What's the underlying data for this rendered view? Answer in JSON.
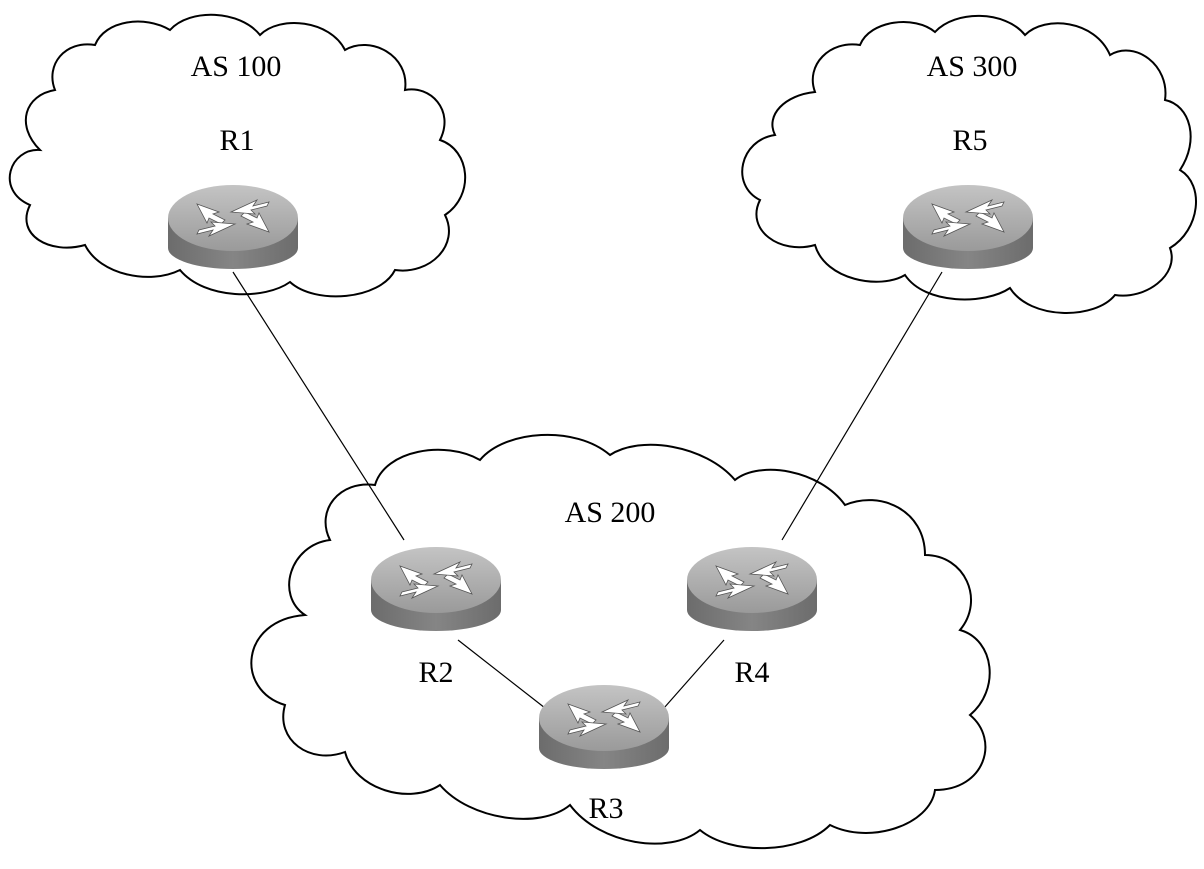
{
  "autonomous_systems": [
    {
      "id": "as100",
      "label": "AS 100"
    },
    {
      "id": "as300",
      "label": "AS 300"
    },
    {
      "id": "as200",
      "label": "AS 200"
    }
  ],
  "routers": [
    {
      "id": "r1",
      "label": "R1",
      "icon": "router-icon",
      "as": "AS 100"
    },
    {
      "id": "r5",
      "label": "R5",
      "icon": "router-icon",
      "as": "AS 300"
    },
    {
      "id": "r2",
      "label": "R2",
      "icon": "router-icon",
      "as": "AS 200"
    },
    {
      "id": "r4",
      "label": "R4",
      "icon": "router-icon",
      "as": "AS 200"
    },
    {
      "id": "r3",
      "label": "R3",
      "icon": "router-icon",
      "as": "AS 200"
    }
  ],
  "links": [
    {
      "from": "R1",
      "to": "R2"
    },
    {
      "from": "R5",
      "to": "R4"
    },
    {
      "from": "R2",
      "to": "R3"
    },
    {
      "from": "R3",
      "to": "R4"
    }
  ],
  "colors": {
    "router_top": "#a8a8a8",
    "router_side": "#7a7a7a",
    "outline": "#000000"
  }
}
